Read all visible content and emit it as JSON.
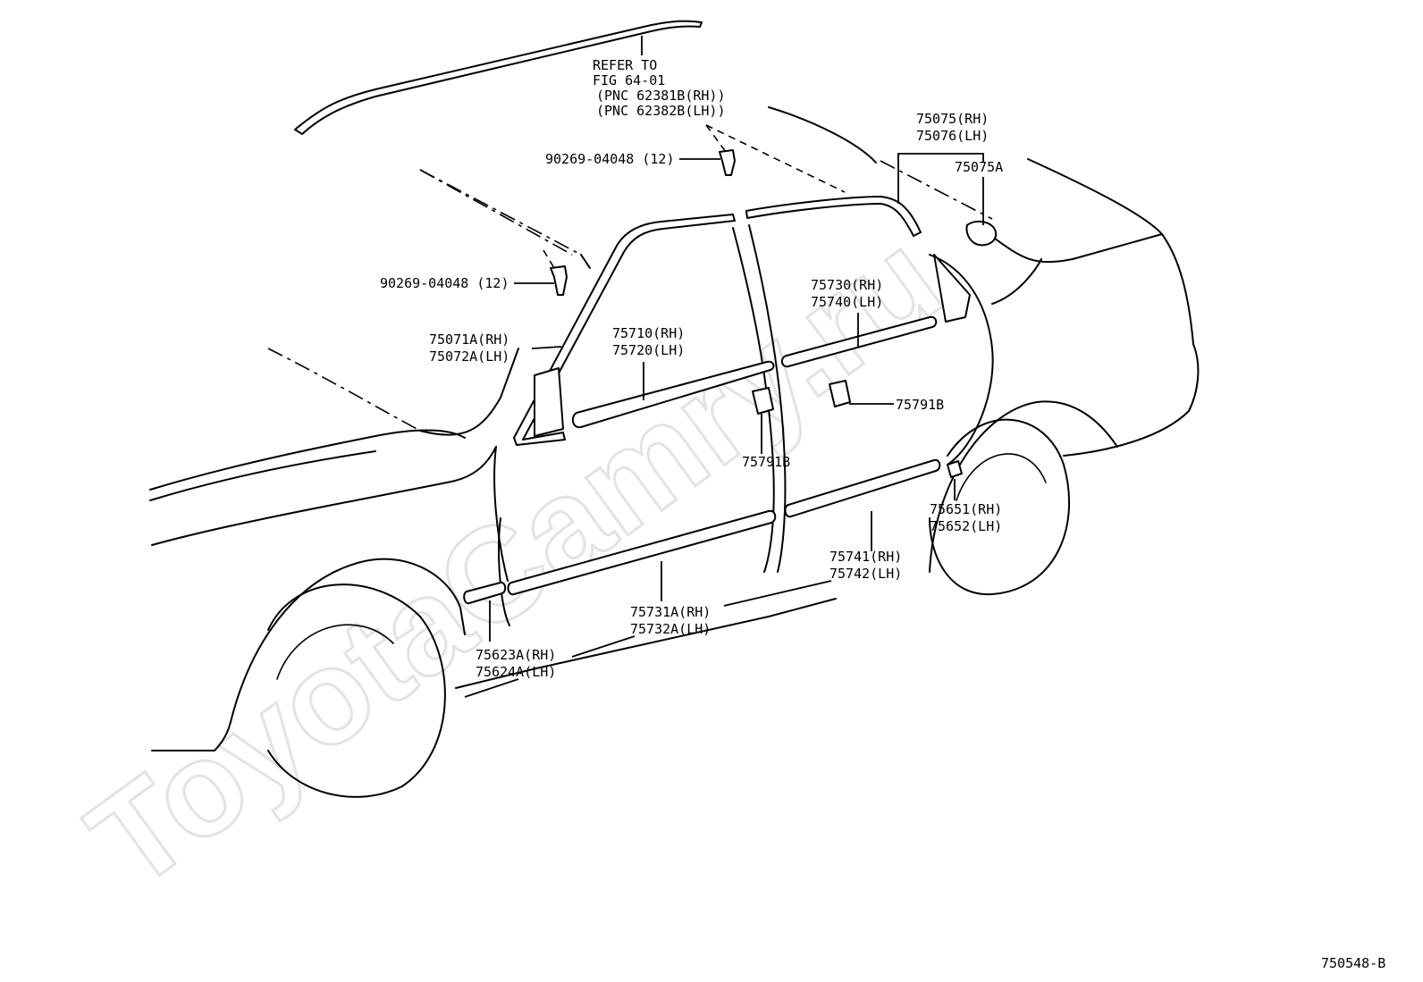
{
  "watermark": "ToyotaCamry.ru",
  "figure_id": "750548-B",
  "refer_note": {
    "line1": "REFER TO",
    "line2": "FIG 64-01",
    "line3": "(PNC 62381B(RH))",
    "line4": "(PNC 62382B(LH))"
  },
  "callouts": {
    "clip_upper": "90269-04048 (12)",
    "clip_lower": "90269-04048 (12)",
    "rear_upper_rh": "75075(RH)",
    "rear_upper_lh": "75076(LH)",
    "rear_clip": "75075A",
    "front_frame_rh": "75071A(RH)",
    "front_frame_lh": "75072A(LH)",
    "front_belt_rh": "75710(RH)",
    "front_belt_lh": "75720(LH)",
    "rear_belt_rh": "75730(RH)",
    "rear_belt_lh": "75740(LH)",
    "clip_b_right": "75791B",
    "clip_b_lower": "75791B",
    "rear_end_rh": "75651(RH)",
    "rear_end_lh": "75652(LH)",
    "rear_side_rh": "75741(RH)",
    "rear_side_lh": "75742(LH)",
    "front_side_rh": "75731A(RH)",
    "front_side_lh": "75732A(LH)",
    "fender_rh": "75623A(RH)",
    "fender_lh": "75624A(LH)"
  }
}
